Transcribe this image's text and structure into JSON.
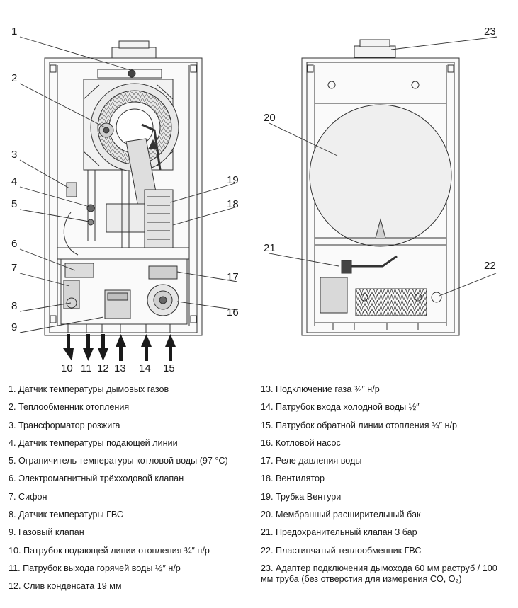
{
  "diagram": {
    "callouts": [
      {
        "id": 1,
        "text": "1"
      },
      {
        "id": 2,
        "text": "2"
      },
      {
        "id": 3,
        "text": "3"
      },
      {
        "id": 4,
        "text": "4"
      },
      {
        "id": 5,
        "text": "5"
      },
      {
        "id": 6,
        "text": "6"
      },
      {
        "id": 7,
        "text": "7"
      },
      {
        "id": 8,
        "text": "8"
      },
      {
        "id": 9,
        "text": "9"
      },
      {
        "id": 10,
        "text": "10"
      },
      {
        "id": 11,
        "text": "11"
      },
      {
        "id": 12,
        "text": "12"
      },
      {
        "id": 13,
        "text": "13"
      },
      {
        "id": 14,
        "text": "14"
      },
      {
        "id": 15,
        "text": "15"
      },
      {
        "id": 16,
        "text": "16"
      },
      {
        "id": 17,
        "text": "17"
      },
      {
        "id": 18,
        "text": "18"
      },
      {
        "id": 19,
        "text": "19"
      },
      {
        "id": 20,
        "text": "20"
      },
      {
        "id": 21,
        "text": "21"
      },
      {
        "id": 22,
        "text": "22"
      },
      {
        "id": 23,
        "text": "23"
      }
    ]
  },
  "legend": {
    "left": [
      "1. Датчик температуры дымовых газов",
      "2. Теплообменник отопления",
      "3. Трансформатор розжига",
      "4. Датчик температуры подающей линии",
      "5. Ограничитель температуры котловой воды (97 °C)",
      "6. Электромагнитный трёхходовой клапан",
      "7. Сифон",
      "8. Датчик температуры ГВС",
      "9. Газовый клапан",
      "10. Патрубок подающей линии отопления ¾″ н/р",
      "11. Патрубок выхода горячей воды ½″ н/р",
      "12. Слив конденсата 19 мм"
    ],
    "right": [
      "13. Подключение газа ¾″ н/р",
      "14. Патрубок входа холодной воды ½″",
      "15. Патрубок обратной линии отопления ¾″ н/р",
      "16. Котловой насос",
      "17. Реле давления воды",
      "18. Вентилятор",
      "19. Трубка Вентури",
      "20. Мембранный расширительный бак",
      "21. Предохранительный клапан 3 бар",
      "22. Пластинчатый теплообменник ГВС",
      "23. Адаптер подключения дымохода 60 мм раструб / 100 мм труба (без отверстия для измерения CO, O₂)"
    ]
  }
}
